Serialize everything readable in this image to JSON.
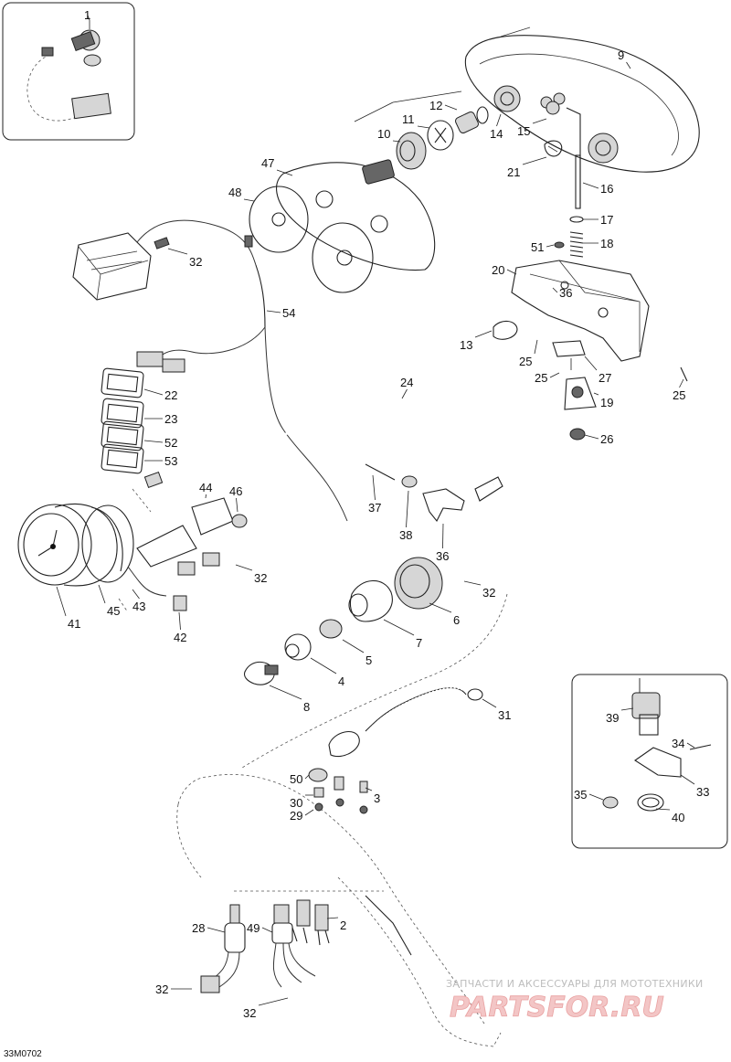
{
  "callouts": [
    {
      "id": "c1",
      "text": "1"
    },
    {
      "id": "c9",
      "text": "9"
    },
    {
      "id": "c12",
      "text": "12"
    },
    {
      "id": "c11",
      "text": "11"
    },
    {
      "id": "c10",
      "text": "10"
    },
    {
      "id": "c14",
      "text": "14"
    },
    {
      "id": "c15",
      "text": "15"
    },
    {
      "id": "c21",
      "text": "21"
    },
    {
      "id": "c16",
      "text": "16"
    },
    {
      "id": "c47",
      "text": "47"
    },
    {
      "id": "c48",
      "text": "48"
    },
    {
      "id": "c17",
      "text": "17"
    },
    {
      "id": "c51",
      "text": "51"
    },
    {
      "id": "c18",
      "text": "18"
    },
    {
      "id": "c32a",
      "text": "32"
    },
    {
      "id": "c20",
      "text": "20"
    },
    {
      "id": "c36a",
      "text": "36"
    },
    {
      "id": "c54",
      "text": "54"
    },
    {
      "id": "c13",
      "text": "13"
    },
    {
      "id": "c25a",
      "text": "25"
    },
    {
      "id": "c25b",
      "text": "25"
    },
    {
      "id": "c27",
      "text": "27"
    },
    {
      "id": "c25c",
      "text": "25"
    },
    {
      "id": "c24",
      "text": "24"
    },
    {
      "id": "c19",
      "text": "19"
    },
    {
      "id": "c22",
      "text": "22"
    },
    {
      "id": "c23",
      "text": "23"
    },
    {
      "id": "c26",
      "text": "26"
    },
    {
      "id": "c52",
      "text": "52"
    },
    {
      "id": "c53",
      "text": "53"
    },
    {
      "id": "c44",
      "text": "44"
    },
    {
      "id": "c46",
      "text": "46"
    },
    {
      "id": "c37",
      "text": "37"
    },
    {
      "id": "c38",
      "text": "38"
    },
    {
      "id": "c36b",
      "text": "36"
    },
    {
      "id": "c32b",
      "text": "32"
    },
    {
      "id": "c32c",
      "text": "32"
    },
    {
      "id": "c6",
      "text": "6"
    },
    {
      "id": "c41",
      "text": "41"
    },
    {
      "id": "c45",
      "text": "45"
    },
    {
      "id": "c43",
      "text": "43"
    },
    {
      "id": "c42",
      "text": "42"
    },
    {
      "id": "c7",
      "text": "7"
    },
    {
      "id": "c5",
      "text": "5"
    },
    {
      "id": "c4",
      "text": "4"
    },
    {
      "id": "c8",
      "text": "8"
    },
    {
      "id": "c31",
      "text": "31"
    },
    {
      "id": "c39",
      "text": "39"
    },
    {
      "id": "c34",
      "text": "34"
    },
    {
      "id": "c33",
      "text": "33"
    },
    {
      "id": "c35",
      "text": "35"
    },
    {
      "id": "c40",
      "text": "40"
    },
    {
      "id": "c50",
      "text": "50"
    },
    {
      "id": "c30",
      "text": "30"
    },
    {
      "id": "c3",
      "text": "3"
    },
    {
      "id": "c29",
      "text": "29"
    },
    {
      "id": "c28",
      "text": "28"
    },
    {
      "id": "c49",
      "text": "49"
    },
    {
      "id": "c2",
      "text": "2"
    },
    {
      "id": "c32d",
      "text": "32"
    },
    {
      "id": "c32e",
      "text": "32"
    }
  ],
  "drawing_code": "33M0702",
  "watermark": {
    "caption": "ЗАПЧАСТИ И АКСЕССУАРЫ ДЛЯ МОТОТЕХНИКИ",
    "brand": "PARTSFOR.RU"
  },
  "colors": {
    "line": "#222222",
    "watermark_text": "#bdbdbd",
    "watermark_brand": "#f3c6c6"
  }
}
